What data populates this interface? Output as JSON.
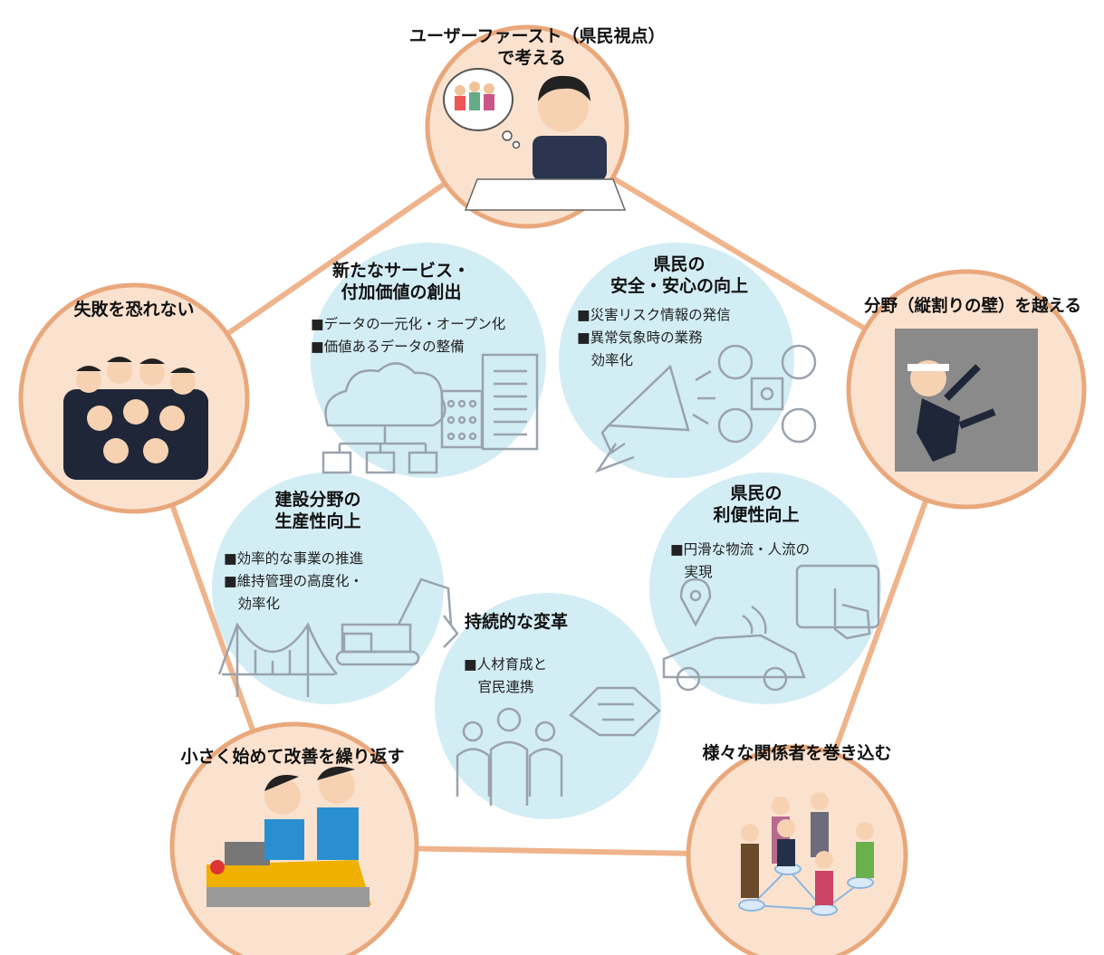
{
  "principles": {
    "user_first": {
      "line1": "ユーザーファースト（県民視点）",
      "line2": "で考える"
    },
    "no_fear": "失敗を恐れない",
    "beyond_silos": "分野（縦割りの壁）を越える",
    "small_start": "小さく始めて改善を繰り返す",
    "stakeholders": "様々な関係者を巻き込む"
  },
  "goals": {
    "new_services": {
      "title": [
        "新たなサービス・",
        "付加価値の創出"
      ],
      "bullets": [
        "■データの一元化・オープン化",
        "■価値あるデータの整備"
      ]
    },
    "safety": {
      "title": [
        "県民の",
        "安全・安心の向上"
      ],
      "bullets": [
        "■災害リスク情報の発信",
        "■異常気象時の業務",
        "　効率化"
      ]
    },
    "construction": {
      "title": [
        "建設分野の",
        "生産性向上"
      ],
      "bullets": [
        "■効率的な事業の推進",
        "■維持管理の高度化・",
        "　効率化"
      ]
    },
    "convenience": {
      "title": [
        "県民の",
        "利便性向上"
      ],
      "bullets": [
        "■円滑な物流・人流の",
        "　実現"
      ]
    },
    "transformation": {
      "title": [
        "持続的な変革"
      ],
      "bullets": [
        "■人材育成と",
        "　官民連携"
      ]
    }
  },
  "colors": {
    "outer_fill": "#fbe2cf",
    "outer_ring": "#e9a87c",
    "pentagon": "#efb48c",
    "inner_fill": "#d3edf5",
    "icon_stroke": "#9aa3ad"
  }
}
